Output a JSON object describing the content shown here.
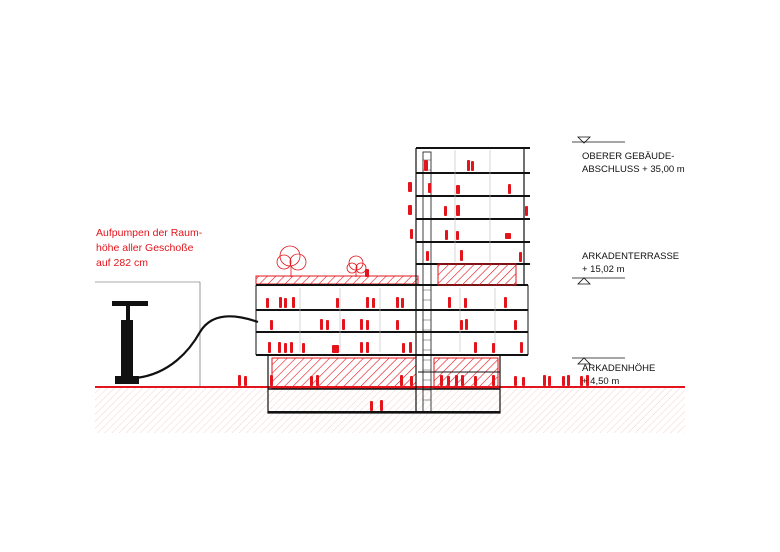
{
  "annotation": {
    "lines": [
      "Aufpumpen der Raum-",
      "höhe aller Geschoße",
      "auf 282 cm"
    ]
  },
  "levels": [
    {
      "id": "top",
      "lines": [
        "OBERER GEBÄUDE-",
        "ABSCHLUSS + 35,00 m"
      ]
    },
    {
      "id": "terrace",
      "lines": [
        "ARKADENTERRASSE",
        "+ 15,02 m"
      ]
    },
    {
      "id": "arcade",
      "lines": [
        "ARKADENHÖHE",
        "+ 4,50 m"
      ]
    }
  ],
  "colors": {
    "accent": "#e3141b",
    "line": "#111111",
    "ground_hatch": "#e8b4b4"
  },
  "icons": [
    "bicycle-pump-icon",
    "tree-icon",
    "person-figure-icon",
    "level-marker-icon",
    "hatch-pattern"
  ]
}
